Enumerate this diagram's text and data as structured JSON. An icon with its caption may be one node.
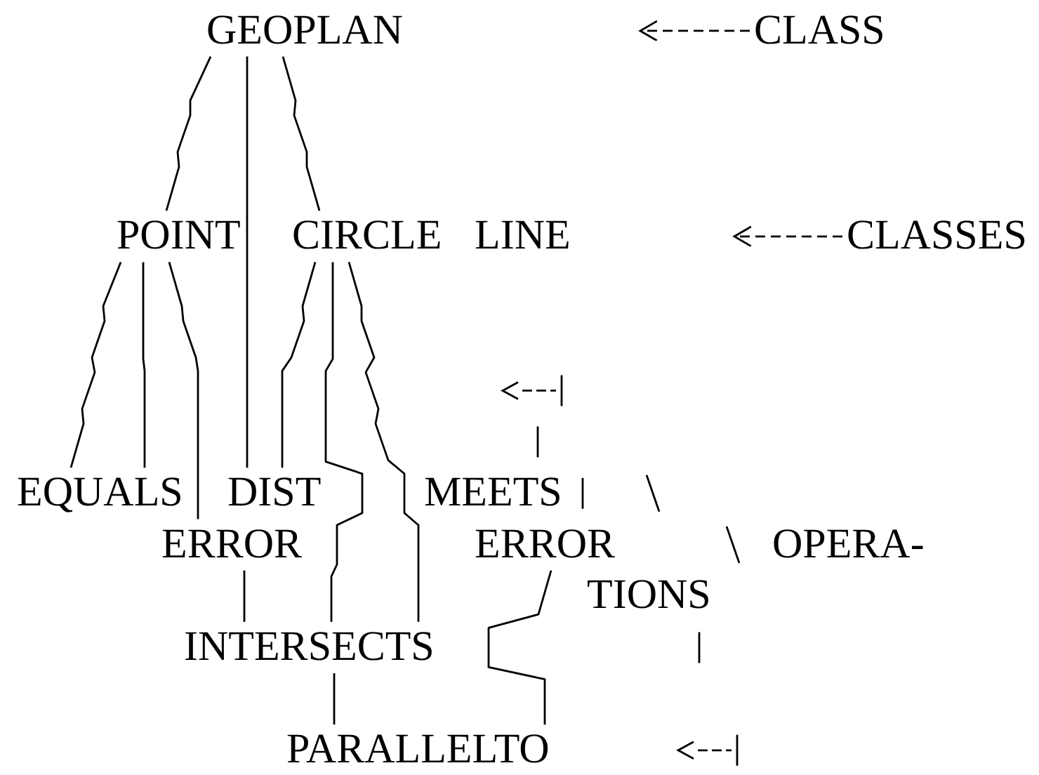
{
  "diagram": {
    "nodes": [
      {
        "text": [
          "GEOPLAN"
        ]
      },
      {
        "text": [
          "CLASS"
        ]
      },
      {
        "text": [
          "POINT"
        ]
      },
      {
        "text": [
          "CIRCLE"
        ]
      },
      {
        "text": [
          "LINE"
        ]
      },
      {
        "text": [
          "CLASSES"
        ]
      },
      {
        "text": [
          "EQUALS"
        ]
      },
      {
        "text": [
          "DIST"
        ]
      },
      {
        "text": [
          "MEETS"
        ]
      },
      {
        "text": [
          "ERROR"
        ]
      },
      {
        "text": [
          "ERROR"
        ]
      },
      {
        "text": [
          "OPERA- TIONS"
        ]
      },
      {
        "text": [
          "INTERSECTS"
        ]
      },
      {
        "text": [
          "PARALLELTO"
        ]
      }
    ],
    "edges": [
      {
        "from": 0,
        "to": 2,
        "arrow": "none"
      },
      {
        "from": 0,
        "to": 7,
        "arrow": "none"
      },
      {
        "from": 0,
        "to": 3,
        "arrow": "none"
      },
      {
        "from": 2,
        "to": 6,
        "arrow": "none"
      },
      {
        "from": 2,
        "to": 6,
        "arrow": "none"
      },
      {
        "from": 2,
        "to": 9,
        "arrow": "none"
      },
      {
        "from": 3,
        "to": 7,
        "arrow": "none"
      },
      {
        "from": 3,
        "to": 12,
        "arrow": "none"
      },
      {
        "from": 3,
        "to": 12,
        "arrow": "none"
      },
      {
        "from": 9,
        "to": 12,
        "arrow": "none"
      },
      {
        "from": 12,
        "to": 13,
        "arrow": "none"
      },
      {
        "from": 10,
        "to": 13,
        "arrow": "none"
      },
      {
        "from": 1,
        "to": null,
        "arrow": "to",
        "style": "dashed"
      },
      {
        "from": 5,
        "to": null,
        "arrow": "to",
        "style": "dashed"
      }
    ]
  }
}
